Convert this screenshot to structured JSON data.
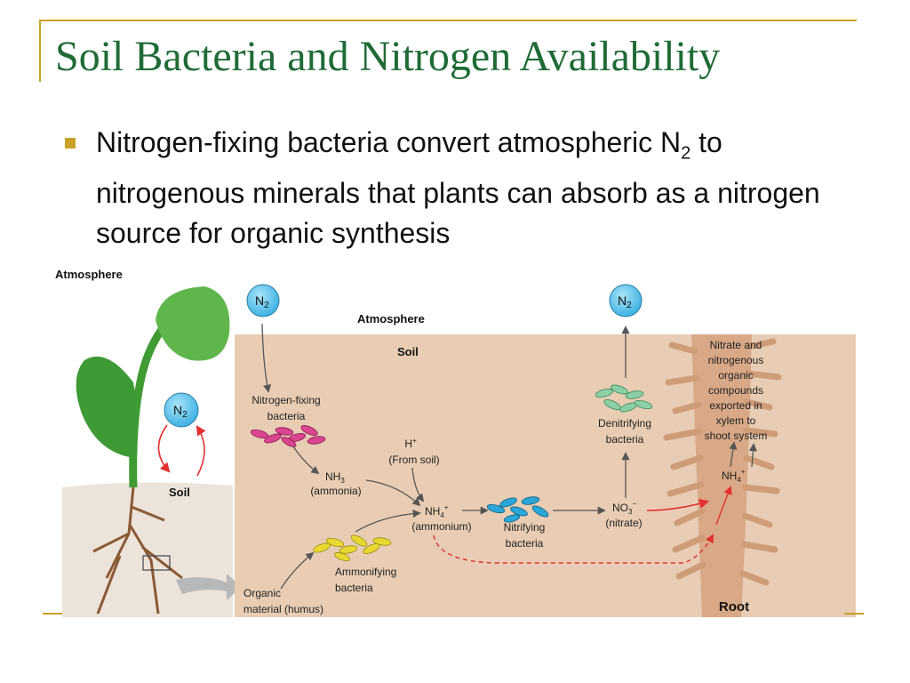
{
  "slide": {
    "title": "Soil Bacteria and Nitrogen Availability",
    "bullet": {
      "text_before_subscript": "Nitrogen-fixing bacteria convert atmospheric N",
      "subscript": "2",
      "text_after_subscript": " to nitrogenous minerals that plants can absorb as a nitrogen source for organic synthesis"
    }
  },
  "diagram": {
    "left_panel": {
      "atmosphere_label": "Atmosphere",
      "soil_label": "Soil",
      "n2_bubble": {
        "main": "N",
        "sub": "2"
      }
    },
    "right_panel": {
      "atmosphere_label": "Atmosphere",
      "soil_label": "Soil",
      "root_label": "Root",
      "n2_left": {
        "main": "N",
        "sub": "2"
      },
      "n2_right": {
        "main": "N",
        "sub": "2"
      },
      "nitrogen_fixing_bacteria": [
        "Nitrogen-fixing",
        "bacteria"
      ],
      "nh3": {
        "main": "NH",
        "sub": "3",
        "name": "(ammonia)"
      },
      "h_plus": {
        "main": "H",
        "sup": "+",
        "name": "(From soil)"
      },
      "nh4": {
        "main": "NH",
        "sub": "4",
        "sup": "+",
        "name": "(ammonium)"
      },
      "nitrifying_bacteria": [
        "Nitrifying",
        "bacteria"
      ],
      "no3": {
        "main": "NO",
        "sub": "3",
        "sup": "−",
        "name": "(nitrate)"
      },
      "denitrifying_bacteria": [
        "Denitrifying",
        "bacteria"
      ],
      "ammonifying_bacteria": [
        "Ammonifying",
        "bacteria"
      ],
      "organic_material": [
        "Organic",
        "material (humus)"
      ],
      "root_nh4": {
        "main": "NH",
        "sub": "4",
        "sup": "+"
      },
      "nitrate_export": [
        "Nitrate and",
        "nitrogenous",
        "organic",
        "compounds",
        "exported in",
        "xylem to",
        "shoot system"
      ]
    },
    "colors": {
      "title": "#1f6b36",
      "accent": "#c9a227",
      "soil_panel": "#e8cdb4",
      "n2_bubble": "#5cc4ee",
      "fixing_bacteria": "#d9458f",
      "ammonifying_bacteria": "#e9d832",
      "nitrifying_bacteria": "#2aa6d8",
      "denitrifying_bacteria": "#8ccfa6",
      "root": "#d9a886",
      "red_arrow": "#e03030"
    }
  }
}
